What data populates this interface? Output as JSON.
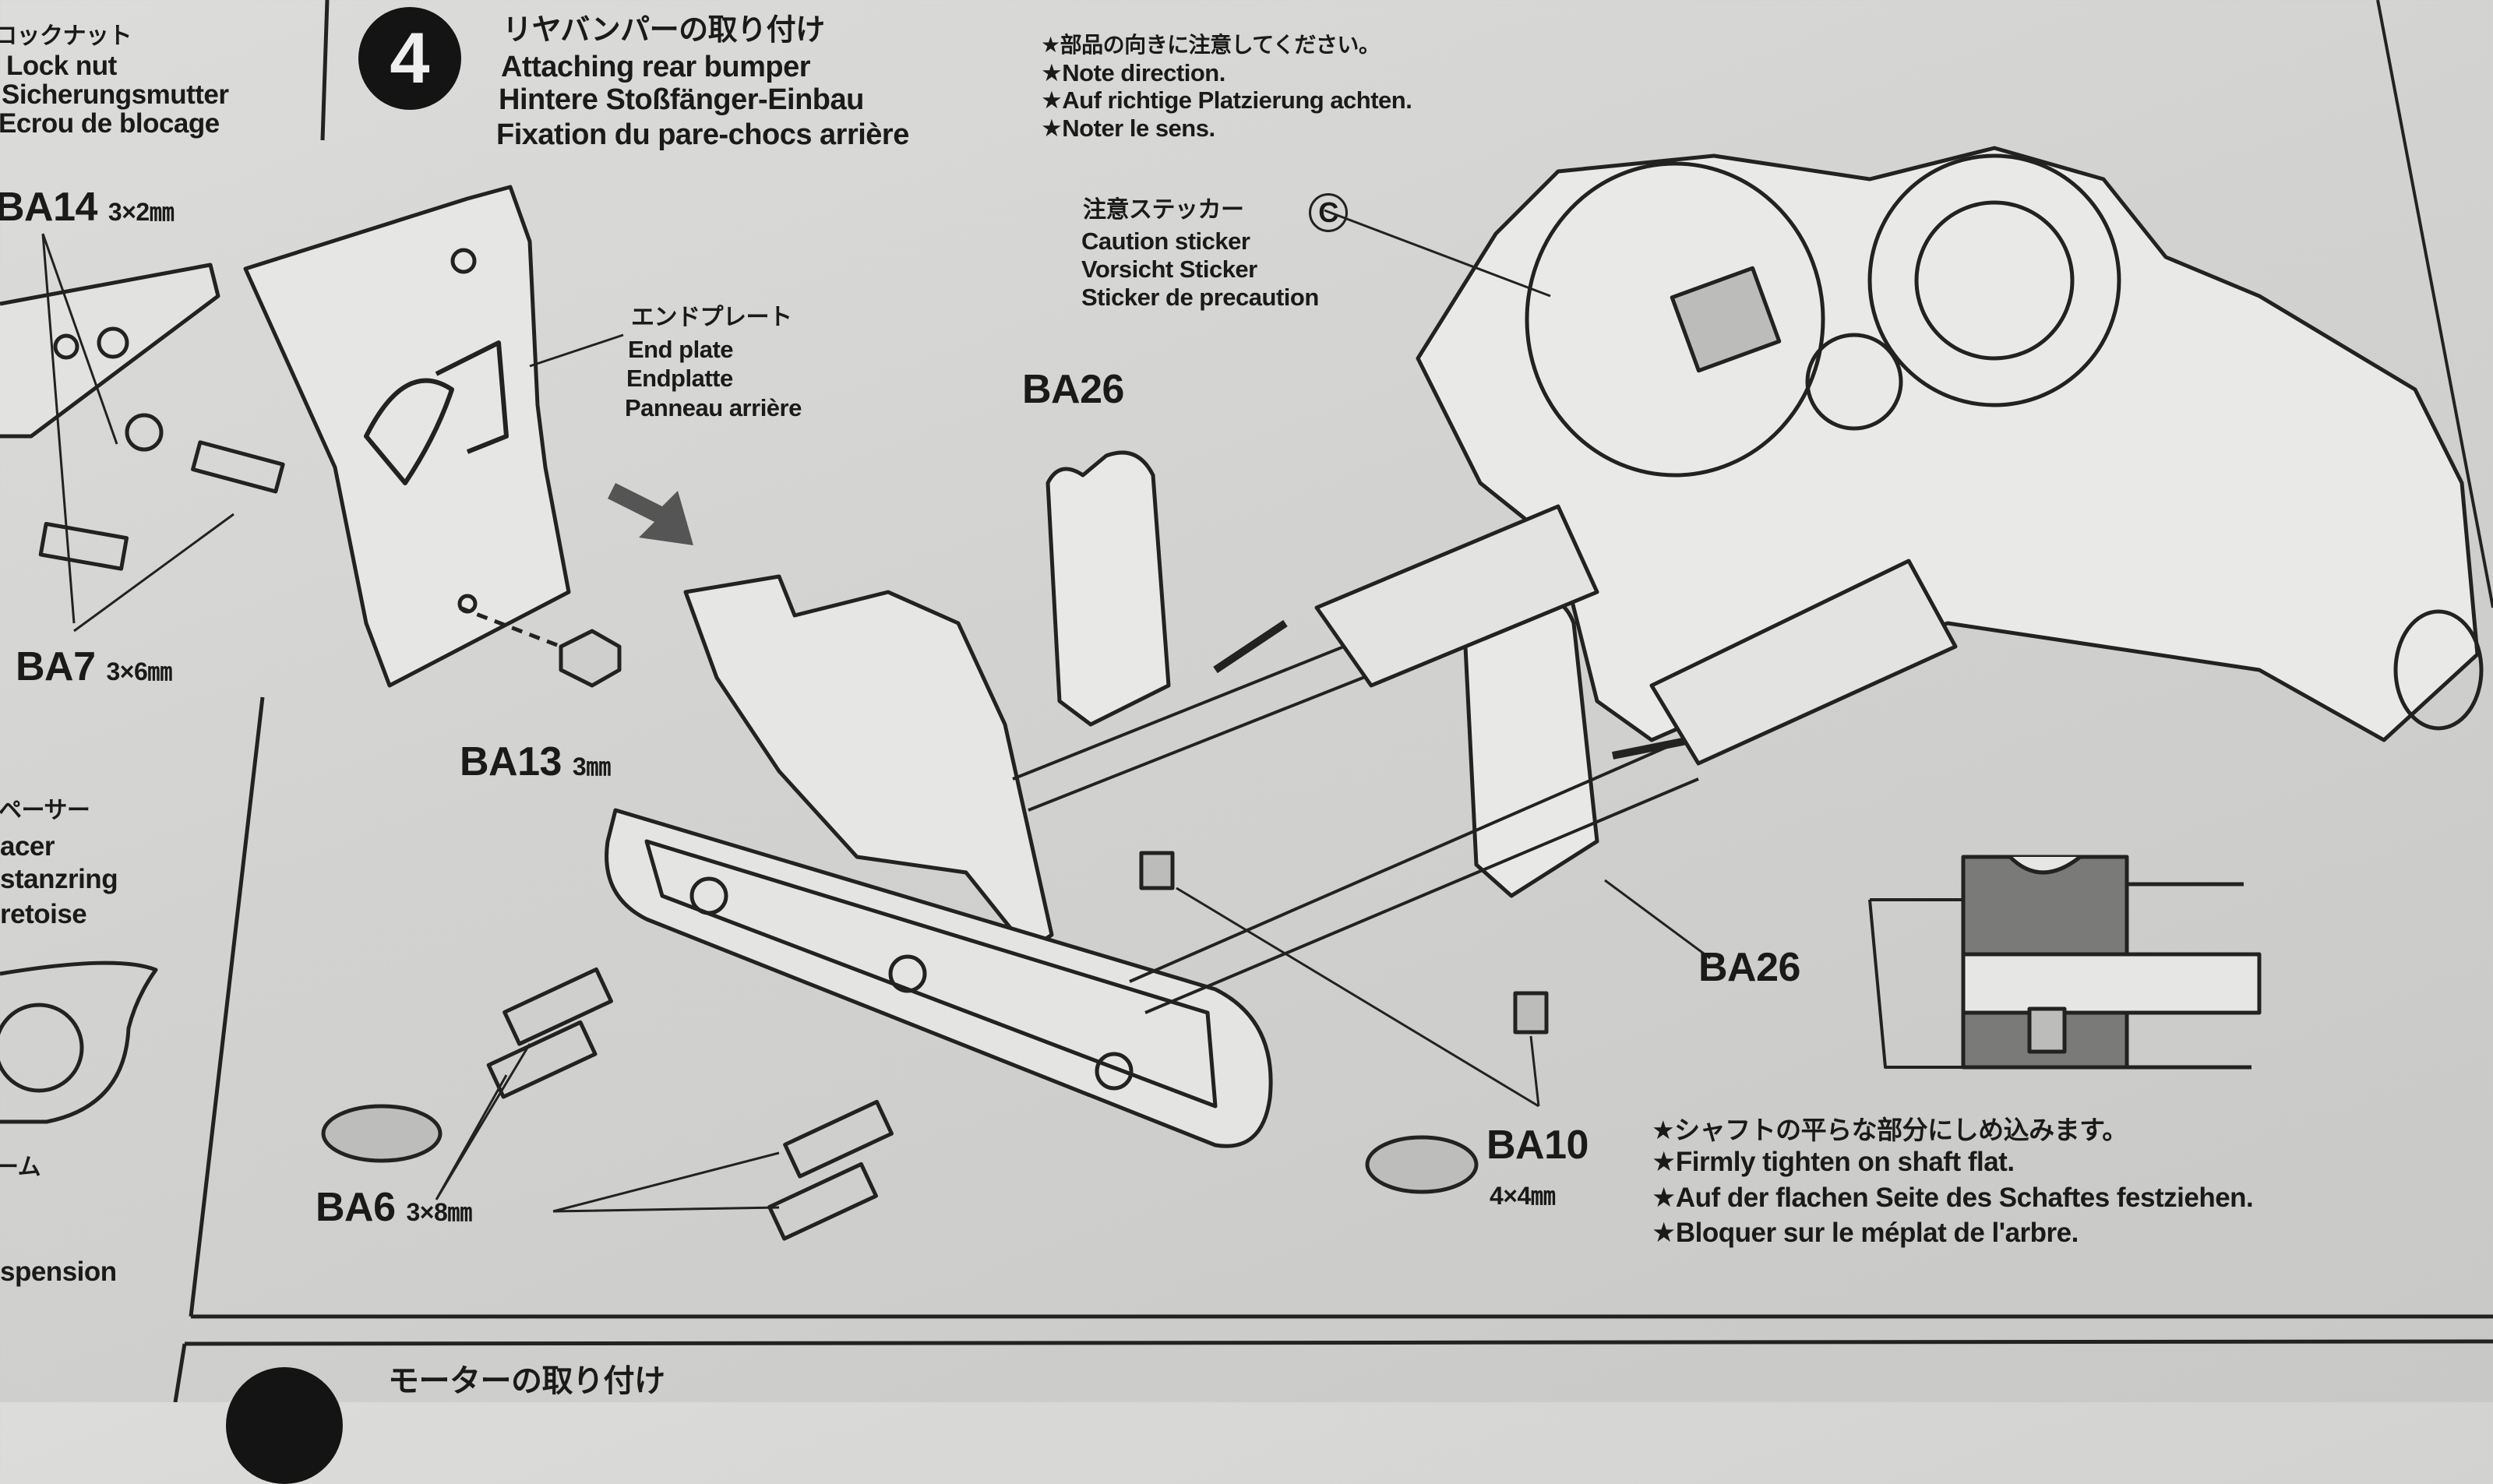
{
  "left_column": {
    "lock_nut": [
      "ロックナット",
      "Lock nut",
      "Sicherungsmutter",
      "Ecrou de blocage"
    ],
    "spacer": [
      "ペーサー",
      "acer",
      "stanzring",
      "retoise"
    ],
    "arm_fragment": "ーム",
    "suspension_fragment": "spension"
  },
  "step": {
    "number": "4",
    "title": [
      "リヤバンパーの取り付け",
      "Attaching rear bumper",
      "Hintere Stoßfänger-Einbau",
      "Fixation du pare-chocs arrière"
    ],
    "notes": [
      "★部品の向きに注意してください。",
      "★Note direction.",
      "★Auf richtige Platzierung achten.",
      "★Noter le sens."
    ]
  },
  "callouts": {
    "caution_sticker": [
      "注意ステッカー",
      "Caution sticker",
      "Vorsicht Sticker",
      "Sticker de precaution"
    ],
    "caution_sticker_mark": "C",
    "end_plate": [
      "エンドプレート",
      "End plate",
      "Endplatte",
      "Panneau arrière"
    ]
  },
  "parts": [
    {
      "code": "BA14",
      "size": "3×2㎜"
    },
    {
      "code": "BA7",
      "size": "3×6㎜"
    },
    {
      "code": "BA13",
      "size": "3㎜"
    },
    {
      "code": "BA26",
      "size": ""
    },
    {
      "code": "BA26",
      "size": ""
    },
    {
      "code": "BA6",
      "size": "3×8㎜"
    },
    {
      "code": "BA10",
      "size": "4×4㎜"
    }
  ],
  "shaft_notes": [
    "★シャフトの平らな部分にしめ込みます。",
    "★Firmly tighten on shaft flat.",
    "★Auf der flachen Seite des Schaftes festziehen.",
    "★Bloquer sur le méplat de l'arbre."
  ],
  "next_step": {
    "title": "モーターの取り付け"
  }
}
